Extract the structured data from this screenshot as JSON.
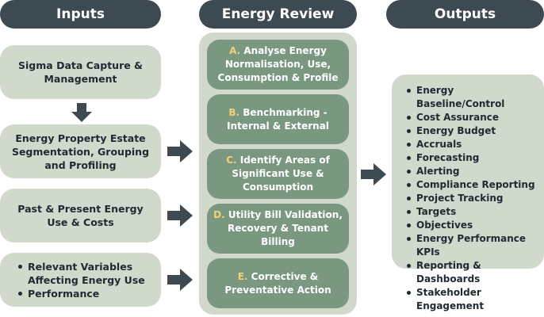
{
  "headers": {
    "inputs": "Inputs",
    "review": "Energy Review",
    "outputs": "Outputs"
  },
  "inputs": {
    "box1": "Sigma Data Capture & Management",
    "box2": "Energy Property Estate Segmentation, Grouping and Profiling",
    "box3": "Past & Present Energy Use & Costs",
    "box4_items": [
      "Relevant Variables Affecting Energy Use",
      "Performance"
    ]
  },
  "review_steps": [
    {
      "letter": "A.",
      "text": "Analyse Energy Normalisation, Use, Consumption & Profile"
    },
    {
      "letter": "B.",
      "text": "Benchmarking - Internal & External"
    },
    {
      "letter": "C.",
      "text": "Identify Areas of Significant Use & Consumption"
    },
    {
      "letter": "D.",
      "text": "Utility Bill Validation, Recovery & Tenant Billing"
    },
    {
      "letter": "E.",
      "text": "Corrective & Preventative Action"
    }
  ],
  "outputs": [
    "Energy Baseline/Control",
    "Cost Assurance",
    "Energy Budget",
    "Accruals",
    "Forecasting",
    "Alerting",
    "Compliance Reporting",
    "Project Tracking",
    "Targets",
    "Objectives",
    "Energy Performance KPIs",
    "Reporting & Dashboards",
    "Stakeholder Engagement"
  ],
  "colors": {
    "header": "#3d4a52",
    "panel": "#d1d8cc",
    "step": "#7a9880",
    "letter_accent": "#f2d277"
  }
}
